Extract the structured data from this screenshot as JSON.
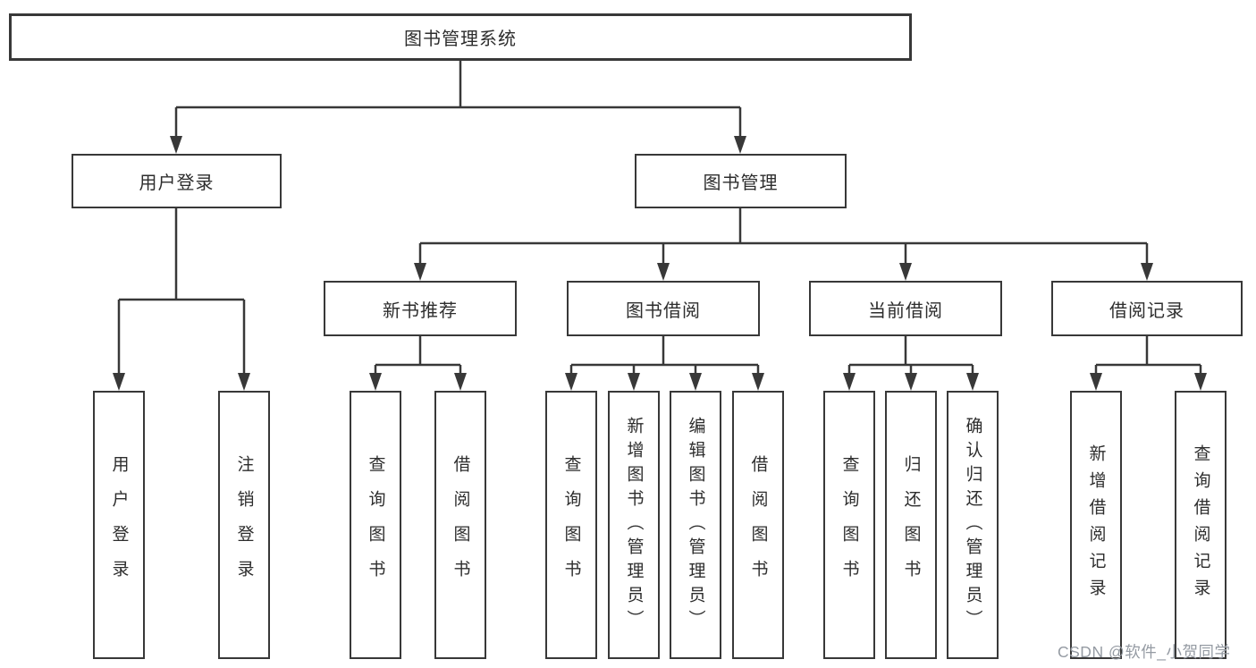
{
  "diagram_title": "图书管理系统",
  "tree": {
    "label": "图书管理系统",
    "children": [
      {
        "label": "用户登录",
        "children": [
          {
            "label": "用户登录"
          },
          {
            "label": "注销登录"
          }
        ]
      },
      {
        "label": "图书管理",
        "children": [
          {
            "label": "新书推荐",
            "children": [
              {
                "label": "查询图书"
              },
              {
                "label": "借阅图书"
              }
            ]
          },
          {
            "label": "图书借阅",
            "children": [
              {
                "label": "查询图书"
              },
              {
                "label": "新增图书（管理员）"
              },
              {
                "label": "编辑图书（管理员）"
              },
              {
                "label": "借阅图书"
              }
            ]
          },
          {
            "label": "当前借阅",
            "children": [
              {
                "label": "查询图书"
              },
              {
                "label": "归还图书"
              },
              {
                "label": "确认归还（管理员）"
              }
            ]
          },
          {
            "label": "借阅记录",
            "children": [
              {
                "label": "新增借阅记录"
              },
              {
                "label": "查询借阅记录"
              }
            ]
          }
        ]
      }
    ]
  },
  "watermark": {
    "text": "CSDN @软件_小贺同学"
  },
  "colors": {
    "line": "#383838",
    "box_border": "#383838",
    "box_background": "#ffffff",
    "text": "#2d2d2d",
    "watermark": "#959ba3"
  }
}
